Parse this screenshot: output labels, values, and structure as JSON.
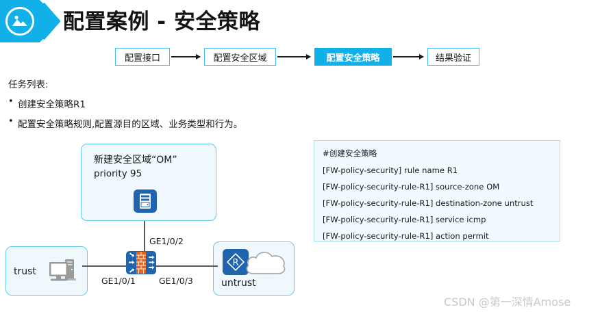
{
  "header": {
    "title": "配置案例 - 安全策略",
    "icon": "picture-icon",
    "banner_color": "#12b0e8"
  },
  "flow": {
    "steps": [
      {
        "label": "配置接口",
        "active": false
      },
      {
        "label": "配置安全区域",
        "active": false
      },
      {
        "label": "配置安全策略",
        "active": true
      },
      {
        "label": "结果验证",
        "active": false
      }
    ],
    "active_color": "#12b0e8",
    "border_color": "#45bdf0"
  },
  "tasks": {
    "title": "任务列表:",
    "items": [
      "创建安全策略R1",
      "配置安全策略规则,配置源目的区域、业务类型和行为。"
    ],
    "bullet": "•"
  },
  "topology": {
    "om_zone": {
      "line1": "新建安全区域“OM”",
      "line2": "priority 95",
      "device_icon": "server-icon"
    },
    "trust_zone": {
      "label": "trust",
      "device_icon": "desktop-pc-icon"
    },
    "untrust_zone": {
      "label": "untrust",
      "device_icon": "router-icon",
      "extra_icon": "cloud-icon"
    },
    "firewall": {
      "icon": "firewall-icon"
    },
    "interfaces": {
      "top": "GE1/0/2",
      "left": "GE1/0/1",
      "right": "GE1/0/3"
    },
    "zone_fill": "#eef8fd",
    "zone_border": "#62c9f0"
  },
  "code_panel": {
    "lines": [
      "#创建安全策略",
      "[FW-policy-security] rule name R1",
      "[FW-policy-security-rule-R1] source-zone OM",
      "[FW-policy-security-rule-R1] destination-zone untrust",
      "[FW-policy-security-rule-R1] service icmp",
      "[FW-policy-security-rule-R1] action permit"
    ],
    "background": "#f1fafe",
    "border": "#a9dcf3"
  },
  "watermark": {
    "text": "CSDN @第一深情Amose"
  }
}
